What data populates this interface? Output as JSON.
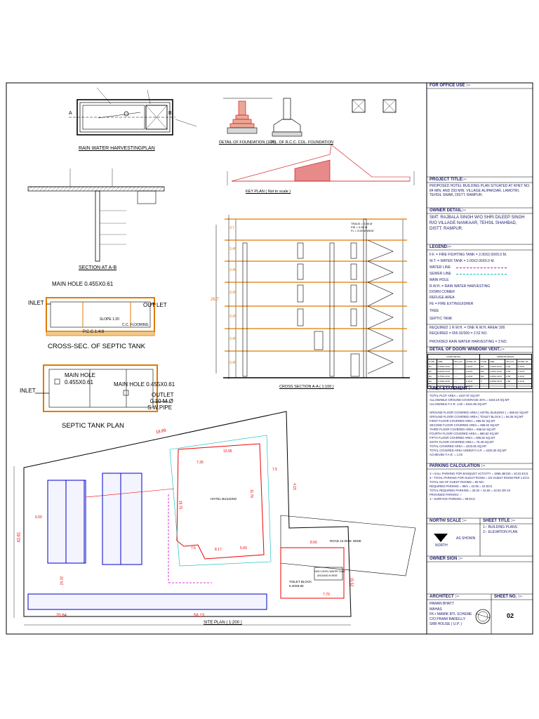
{
  "drawing": {
    "rain_water_plan": {
      "title": "RAIN WATER HARVESTINGPLAN",
      "sections": [
        "A",
        "B",
        "A",
        "B"
      ]
    },
    "foundation": {
      "title": "DETAIL OF FOUNDATION (1:20)",
      "rcc_title": "DTL. OF R.C.C. COL. FOUNDATION"
    },
    "key_plan": {
      "title": "KEY PLAN ( Not to scale )"
    },
    "section_ab": {
      "title": "SECTION AT A-B"
    },
    "septic_cross": {
      "title": "CROSS-SEC. OF SEPTIC TANK",
      "main_hole": "MAIN HOLE 0.455X0.61",
      "inlet": "INLET",
      "outlet": "OUT LET",
      "slope": "SLOPE 1:20",
      "cc_flooring": "C.C. FLOORING",
      "pcc": "P.C.C.1:4:8"
    },
    "septic_plan": {
      "title": "SEPTIC TANK PLAN",
      "main_hole_1": "MAIN HOLE",
      "main_hole_1_size": "0.455X0.61",
      "main_hole_2": "MAIN HOLE 0.455X0.61",
      "inlet": "INLET",
      "outlet": "OUTLET",
      "outlet_pipe_1": "0.10 M.Ø",
      "outlet_pipe_2": "S.W.PIPE"
    },
    "cross_section": {
      "title": "CROSS SECTION A-A ( 1:100 )",
      "heights": [
        "3.7",
        "3.45",
        "3.45",
        "3.45",
        "3.45",
        "3.45",
        "3.45"
      ],
      "total_height": "26.7",
      "notes": [
        "TRACE = 0.55 M",
        "PIE = 0.50 M",
        "FL = 0.50 M WIDE"
      ]
    },
    "site_plan": {
      "title": "SITE PLAN ( 1:200 )",
      "dims": [
        "18.89",
        "13.95",
        "7.35",
        "7.5",
        "11.76",
        "19.75",
        "7.5",
        "8.17",
        "5.43",
        "8.56",
        "4.15",
        "6.00",
        "42.61",
        "24.32",
        "20.64",
        "58.13",
        "7.70",
        "15.52"
      ],
      "road_label": "ROAD 12.00 M. WIDE",
      "hotel_label": "HOTEL BUILDING",
      "toilet_label": "TOILET BLOCK",
      "toilet_size": "6.40X8.80",
      "tank_label": "HIGH LEVEL WATER TANK",
      "tank_sub": "AROUND IN RISE"
    }
  },
  "title_block": {
    "office_use_label": "FOR OFFICE USE :--",
    "project_title_label": "PROJECT TITLE:--",
    "project_title": "PROPOSED HOTEL BUILDING PLAN SITUATED AT KHET NO. 84 MIN. AND 293 MIN. VILLAGE ALIPAKDAR, LAMOTRI, TEHSIL SWAR, DISTT. RAMPUR.",
    "owner_detail_label": "OWNER DETAIL:--",
    "owner_detail": "SMT. RAJBALA SINGH W/O SHRI DILEEP SINGH R/O VILLAGE NANKAAR, TEHSIL SHAHBAD, DISTT. RAMPUR.",
    "legend_label": "LEGEND:--",
    "legend": [
      "F.F. = FIRE FIGHTING TANK = 2.00X2.00X5.0 M.",
      "W.T. = WATER TANK = 2.00X2.00X5.0 M.",
      "WATER LINE",
      "SEWER LINE",
      "MAIN HOLE",
      "R.W.H. = RAIN WATER HARVESTING",
      "DOWN COMER",
      "REFUGE AREA",
      "FE = FIRE EXTINGUISHER",
      "TREE",
      "SEPTIC TANK"
    ],
    "rain_water_req": "REQUIRED 1 R.W.H. = ONE R.W.H. AREA/ 300",
    "rain_water_req2": "REQUIRED = 655.92/300 = 2.52 NO.",
    "rain_water_prov": "PROVIDED RAIN WATER HARVESTING = 3 NO.",
    "door_window_label": "DETAIL OF DOOR/ WINDOW/ VENT.:--",
    "door_window_header": [
      "DOOR DETAIL",
      "WINDOW DETAIL"
    ],
    "door_window_cols": [
      "TYPE",
      "SIZE",
      "SILL HT",
      "LINTEL HT",
      "TYPE",
      "SIZE",
      "SILL HT",
      "LINTEL HT"
    ],
    "door_window_rows": [
      [
        "D1",
        "1.00X2.10 M",
        "----",
        "2.10 M",
        "W1",
        "1.00X1.20 M",
        "0.90",
        "2.10 M"
      ],
      [
        "D2",
        "0.90X2.10 M",
        "----",
        "2.10 M",
        "W2",
        "1.50X1.20 M",
        "0.90",
        "2.10 M"
      ],
      [
        "D3",
        "0.75X2.10 M",
        "----",
        "2.10 M",
        "W3",
        "1.80X1.20 M",
        "0.90",
        "2.10 M"
      ],
      [
        "D4",
        "1.20X2.10 M",
        "----",
        "2.10 M",
        "V",
        "0.60X0.45 M",
        "1.65",
        "2.10 M"
      ],
      [
        "D5",
        "1.50X2.10 M",
        "----",
        "2.10 M",
        "",
        "",
        "",
        ""
      ]
    ],
    "area_statement_label": "AREA STATEMENT :--",
    "area_statement": [
      "TOTAL PLOT AREA = 4107.97 SQ.MT",
      "ALLOWABLE GROUND COVERAGE 40% = 1643.19 SQ.MT",
      "ALLOWABLE F.A.R. 1.50 = 6161.96 SQ.MT",
      "",
      "GROUND FLOOR COVERED AREA ( HOTEL BUILDING ) = 696.82 SQ.MT",
      "GROUND FLOOR COVERED AREA ( TOILET BLOCK ) = 56.28 SQ.MT",
      "FIRST FLOOR COVERED AREA = 696.82 SQ.MT",
      "SECOND FLOOR COVERED AREA = 696.82 SQ.MT",
      "THIRD FLOOR COVERED AREA = 696.82 SQ.MT",
      "FOURTH FLOOR COVERED AREA = 696.82 SQ.MT",
      "FIFTH FLOOR COVERED AREA = 696.82 SQ.MT",
      "SIXTH FLOOR COVERED AREA = 76.28 SQ.MT",
      "TOTAL COVERED AREA = 4233.35 SQ.MT",
      "TOTAL COVERED AREA UNDER F.A.R. = 4233.35 SQ.MT",
      "ACHIEVED F.A.R. = 1.03"
    ],
    "parking_label": "PARKING CALCULATION :--",
    "parking": [
      "1-- HALL PARKING FOR BANQUET ACTIVITY = 1966.48/100 = 20.02 ECS",
      "2-- TOTAL PARKING FOR GUEST ROOM = 2/4 GUEST ROOM PER 1 ECS",
      "TOTAL NO OF GUEST ROOMS = 90 NO.",
      "REQUIRED PARKING = 90/4 = 22.50 = 23 ECS",
      "TOTAL REQUIRED PARKING = 20.02 + 22.50 = 42.52 OR 43",
      "PROVIDED PARKING :--",
      "1-- SURFACE PARKING = 58 ECS"
    ],
    "north_label": "NORTH/ SCALE :--",
    "north_text": "NORTH",
    "scale_text": "AS SHOWN",
    "sheet_title_label": "SHEET TITLE :--",
    "sheet_titles": [
      "1-- BUILDING PLANS",
      "2-- ELEVATION PLAN"
    ],
    "owner_sign_label": "OWNER SIGN :--",
    "architect_label": "ARCHITECT :--",
    "architect_text": [
      "PAWAN BHATT",
      "MAHAS",
      "FK-/ MAMIK BTL SCHEME",
      "C/O PRAMI BAREILLY",
      "SRB HOUSE ( U.P. )"
    ],
    "sheet_no_label": "SHEET NO. :--",
    "sheet_no": "02"
  }
}
